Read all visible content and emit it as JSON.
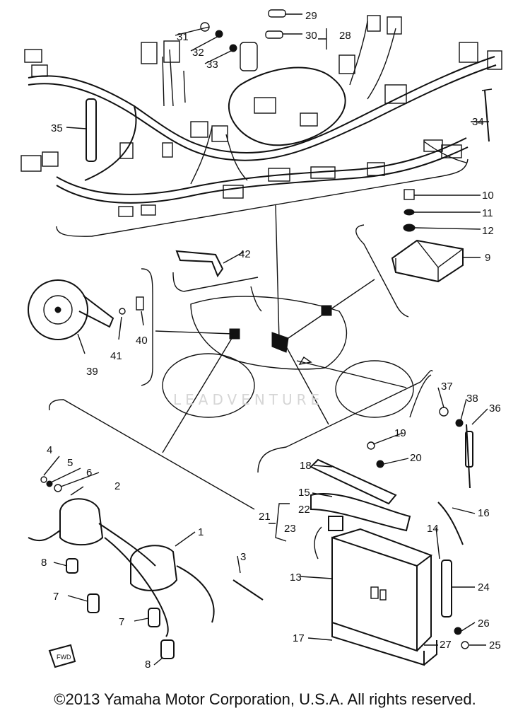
{
  "watermark": "LEADVENTURE",
  "copyright": "©2013 Yamaha Motor Corporation, U.S.A. All rights reserved.",
  "callouts": [
    "1",
    "2",
    "3",
    "4",
    "5",
    "6",
    "7",
    "7",
    "8",
    "8",
    "9",
    "10",
    "11",
    "12",
    "13",
    "14",
    "15",
    "16",
    "17",
    "18",
    "19",
    "20",
    "21",
    "22",
    "23",
    "24",
    "25",
    "26",
    "27",
    "28",
    "29",
    "30",
    "31",
    "32",
    "33",
    "34",
    "35",
    "36",
    "37",
    "38",
    "39",
    "40",
    "41",
    "42"
  ],
  "fwd_label": "FWD"
}
